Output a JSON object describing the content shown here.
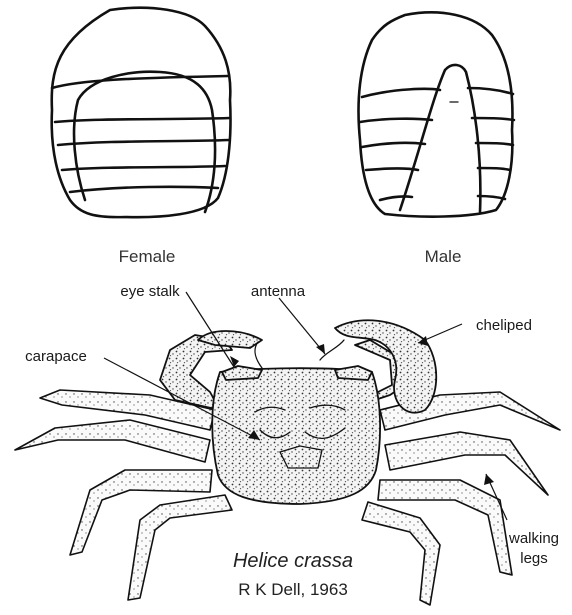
{
  "abdomen_labels": {
    "female": "Female",
    "male": "Male"
  },
  "parts": {
    "eye_stalk": "eye stalk",
    "antenna": "antenna",
    "cheliped": "cheliped",
    "carapace": "carapace",
    "walking_legs_line1": "walking",
    "walking_legs_line2": "legs"
  },
  "credit": {
    "species": "Helice crassa",
    "author": "R K Dell, 1963"
  }
}
